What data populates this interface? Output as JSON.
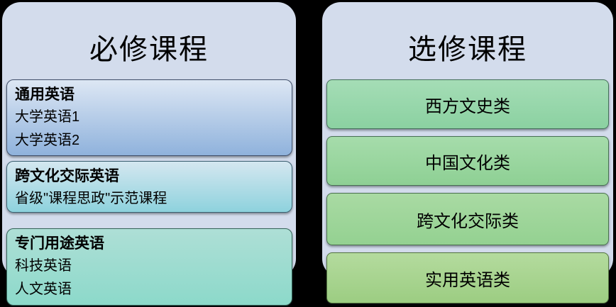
{
  "background_color": "#000000",
  "panel_color": "#d3dcec",
  "required_panel": {
    "title": "必修课程",
    "groups": [
      {
        "heading": "通用英语",
        "items": [
          "大学英语1",
          "大学英语2"
        ],
        "color_top": "#dde7f4",
        "color_bottom": "#8fb2dc"
      },
      {
        "heading": "跨文化交际英语",
        "items": [
          "省级\"课程思政\"示范课程"
        ],
        "color_top": "#d4e7f0",
        "color_bottom": "#8ed2dd"
      },
      {
        "heading": "专门用途英语",
        "items": [
          "科技英语",
          "人文英语"
        ],
        "color_top": "#aedfd6",
        "color_bottom": "#8cd9ca"
      }
    ]
  },
  "elective_panel": {
    "title": "选修课程",
    "categories": [
      {
        "label": "西方文史类",
        "color_top": "#a5ddb6",
        "color_bottom": "#8bd1a1"
      },
      {
        "label": "中国文化类",
        "color_top": "#a6dcab",
        "color_bottom": "#8ed094"
      },
      {
        "label": "跨文化交际类",
        "color_top": "#a9daa3",
        "color_bottom": "#94d191"
      },
      {
        "label": "实用英语类",
        "color_top": "#b4db9e",
        "color_bottom": "#9ccd82"
      }
    ]
  }
}
